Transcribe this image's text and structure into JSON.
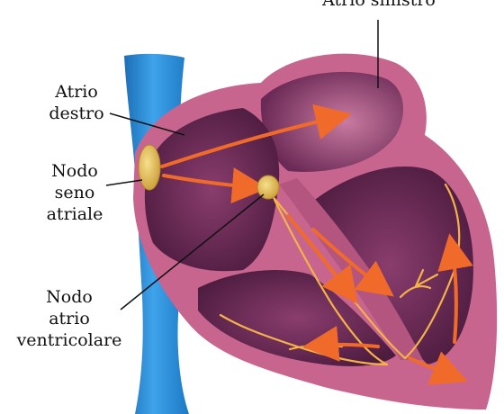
{
  "labels": {
    "top_cut": "Atrio sinistro",
    "right_atrium": [
      "Atrio",
      "destro"
    ],
    "sa_node": [
      "Nodo",
      "seno",
      "atriale"
    ],
    "av_node": [
      "Nodo",
      "atrio",
      "ventricolare"
    ]
  },
  "colors": {
    "vein": "#2d8fd8",
    "heart_outer": "#c7658f",
    "chamber": "#6b2a56",
    "node": "#e6c25a",
    "signal": "#f06a2a"
  }
}
